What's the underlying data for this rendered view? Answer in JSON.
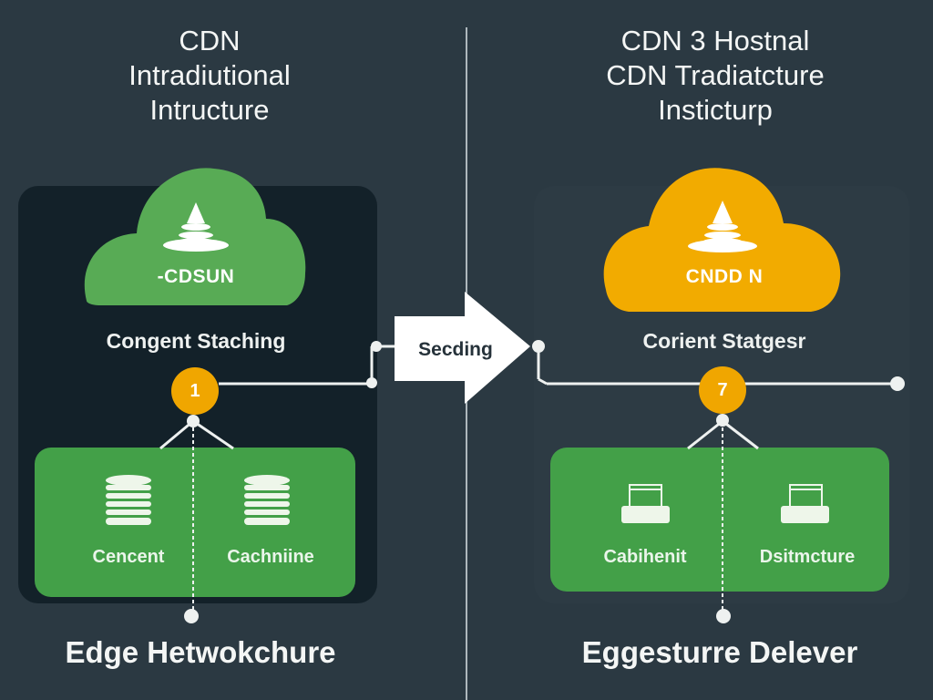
{
  "left": {
    "title_lines": [
      "CDN",
      "Intradiutional",
      "Intructure"
    ],
    "cloud": {
      "label": "-CDSUN",
      "color": "#58ab55",
      "icon": "cone-icon"
    },
    "section_label": "Congent Staching",
    "step_badge": "1",
    "items": [
      {
        "label": "Cencent",
        "icon": "database-icon"
      },
      {
        "label": "Cachniine",
        "icon": "database-icon"
      }
    ],
    "footer": "Edge Hetwokchure"
  },
  "center": {
    "arrow_label": "Secding",
    "arrow_icon": "right-arrow-icon"
  },
  "right": {
    "title_lines": [
      "CDN 3 Hostnal",
      "CDN Tradiatcture",
      "Insticturp"
    ],
    "cloud": {
      "label": "CNDD N",
      "color": "#f2ab00",
      "icon": "cone-icon"
    },
    "section_label": "Corient Statgesr",
    "step_badge": "7",
    "items": [
      {
        "label": "Cabihenit",
        "icon": "server-tray-icon"
      },
      {
        "label": "Dsitmcture",
        "icon": "server-tray-icon"
      }
    ],
    "footer": "Eggesturre Delever"
  },
  "colors": {
    "background": "#2b3942",
    "panel_left": "#132129",
    "panel_right": "#2d3b44",
    "green_box": "#43a048",
    "badge": "#f0a600",
    "line": "#eef1f0"
  }
}
